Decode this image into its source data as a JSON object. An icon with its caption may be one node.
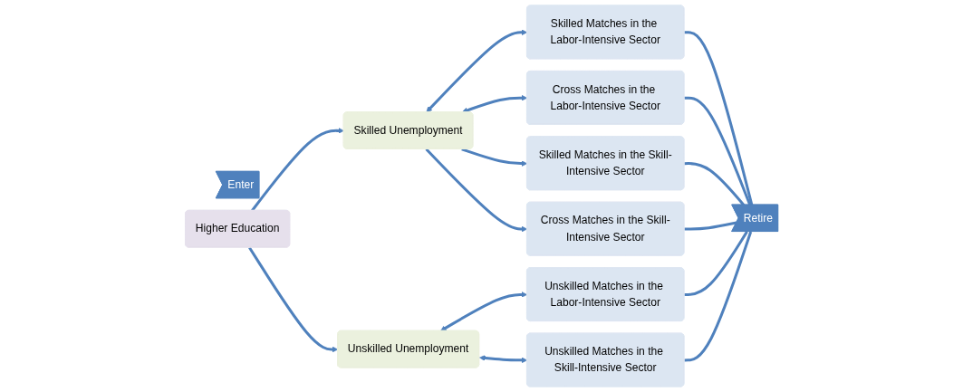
{
  "diagram": {
    "nodes": [
      {
        "text": [
          "Enter"
        ]
      },
      {
        "text": [
          "Higher Education"
        ]
      },
      {
        "text": [
          "Skilled Unemployment"
        ]
      },
      {
        "text": [
          "Unskilled Unemployment"
        ]
      },
      {
        "text": [
          "Skilled Matches in the Labor-Intensive Sector"
        ]
      },
      {
        "text": [
          "Cross Matches in the Labor-Intensive Sector"
        ]
      },
      {
        "text": [
          "Unskilled Matches in the Labor-Intensive Sector"
        ]
      },
      {
        "text": [
          "Skilled Matches in the Skill-Intensive Sector"
        ]
      },
      {
        "text": [
          "Cross Matches in the Skill-Intensive Sector"
        ]
      },
      {
        "text": [
          "Unskilled Matches in the Skill-Intensive Sector"
        ]
      },
      {
        "text": [
          "Retire"
        ]
      }
    ],
    "edges": [
      {
        "from": 1,
        "to": 2,
        "arrow": "to"
      },
      {
        "from": 1,
        "to": 3,
        "arrow": "to"
      },
      {
        "from": 2,
        "to": 4,
        "arrow": "both"
      },
      {
        "from": 2,
        "to": 5,
        "arrow": "both"
      },
      {
        "from": 2,
        "to": 7,
        "arrow": "to"
      },
      {
        "from": 2,
        "to": 8,
        "arrow": "to"
      },
      {
        "from": 3,
        "to": 6,
        "arrow": "both"
      },
      {
        "from": 3,
        "to": 9,
        "arrow": "both"
      },
      {
        "from": 4,
        "to": 10,
        "arrow": "none"
      },
      {
        "from": 5,
        "to": 10,
        "arrow": "none"
      },
      {
        "from": 6,
        "to": 10,
        "arrow": "none"
      },
      {
        "from": 7,
        "to": 10,
        "arrow": "none"
      },
      {
        "from": 8,
        "to": 10,
        "arrow": "none"
      },
      {
        "from": 9,
        "to": 10,
        "arrow": "none"
      }
    ]
  }
}
